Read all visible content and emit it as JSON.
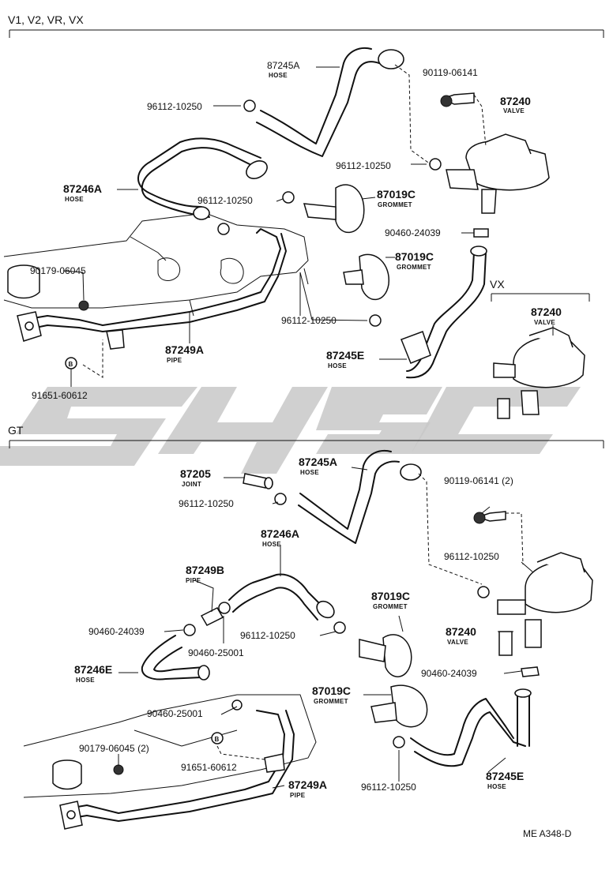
{
  "sections": {
    "top_header": "V1, V2, VR, VX",
    "vx_header": "VX",
    "gt_header": "GT"
  },
  "top": {
    "hose_87245A": {
      "pn": "87245A",
      "desc": "HOSE"
    },
    "clamp_a": "96112-10250",
    "bolt": "90119-06141",
    "valve": {
      "pn": "87240",
      "desc": "VALVE"
    },
    "clamp_b": "96112-10250",
    "hose_87246A": {
      "pn": "87246A",
      "desc": "HOSE"
    },
    "clamp_c": "96112-10250",
    "grommet_a": {
      "pn": "87019C",
      "desc": "GROMMET"
    },
    "clip": "90460-24039",
    "grommet_b": {
      "pn": "87019C",
      "desc": "GROMMET"
    },
    "nut": "90179-06045",
    "clamp_d": "96112-10250",
    "pipe": {
      "pn": "87249A",
      "desc": "PIPE"
    },
    "hose_87245E": {
      "pn": "87245E",
      "desc": "HOSE"
    },
    "bolt_b": "91651-60612",
    "b_marker": "B",
    "vx_valve": {
      "pn": "87240",
      "desc": "VALVE"
    }
  },
  "gt": {
    "joint": {
      "pn": "87205",
      "desc": "JOINT"
    },
    "hose_87245A": {
      "pn": "87245A",
      "desc": "HOSE"
    },
    "clamp_a": "96112-10250",
    "bolt": "90119-06141 (2)",
    "hose_87246A": {
      "pn": "87246A",
      "desc": "HOSE"
    },
    "clamp_b": "96112-10250",
    "pipe_b": {
      "pn": "87249B",
      "desc": "PIPE"
    },
    "grommet_a": {
      "pn": "87019C",
      "desc": "GROMMET"
    },
    "clip_a": "90460-24039",
    "clamp_c": "96112-10250",
    "clip_b": "90460-25001",
    "valve": {
      "pn": "87240",
      "desc": "VALVE"
    },
    "hose_87246E": {
      "pn": "87246E",
      "desc": "HOSE"
    },
    "clip_c": "90460-24039",
    "clip_d": "90460-25001",
    "grommet_b": {
      "pn": "87019C",
      "desc": "GROMMET"
    },
    "nut": "90179-06045 (2)",
    "bolt_b": "91651-60612",
    "b_marker": "B",
    "pipe": {
      "pn": "87249A",
      "desc": "PIPE"
    },
    "clamp_d": "96112-10250",
    "hose_87245E": {
      "pn": "87245E",
      "desc": "HOSE"
    }
  },
  "footer": {
    "code": "ME A348-D"
  },
  "colors": {
    "line": "#111111",
    "watermark": "#c8c8c8",
    "background": "#ffffff"
  }
}
